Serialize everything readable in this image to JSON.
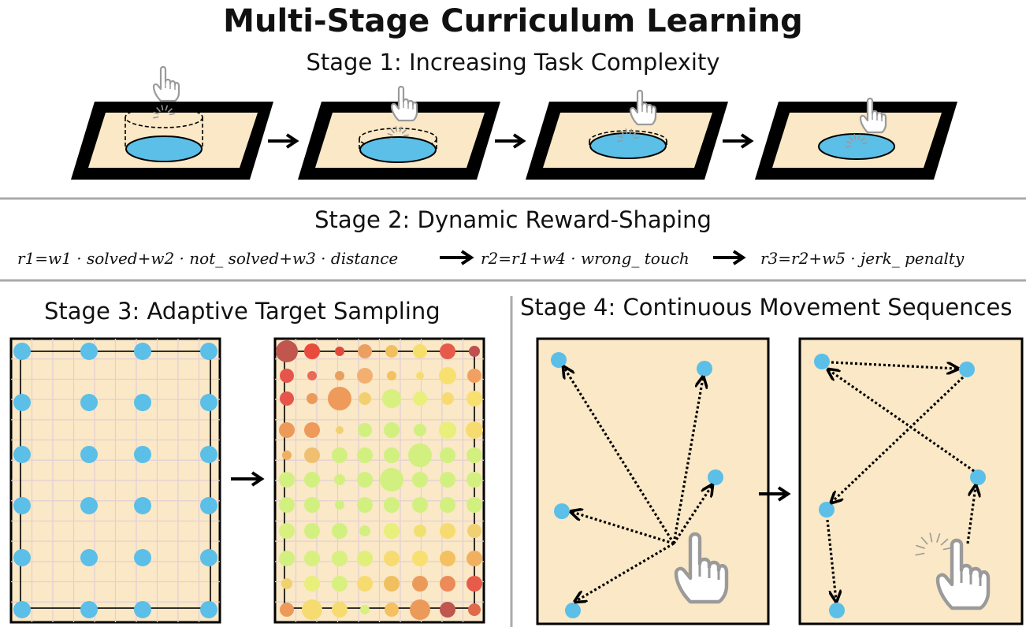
{
  "title": "Multi-Stage Curriculum Learning",
  "stage1": {
    "label": "Stage 1: Increasing Task Complexity"
  },
  "stage2": {
    "label": "Stage 2: Dynamic Reward-Shaping",
    "equations": [
      "r1=w1 · solved+w2 · not_ solved+w3 · distance",
      "r2=r1+w4 · wrong_ touch",
      "r3=r2+w5 · jerk_ penalty"
    ]
  },
  "stage3": {
    "label": "Stage 3: Adaptive Target Sampling"
  },
  "stage4": {
    "label": "Stage 4: Continuous Movement Sequences"
  },
  "colors": {
    "board": "#fae8c6",
    "frame": "#000000",
    "target": "#5bbfe8",
    "divider": "#aaaaaa",
    "grid": "#e2cfd6"
  },
  "icons": [
    "hand-pointer-icon",
    "arrow-right-icon",
    "target-circle-icon"
  ]
}
